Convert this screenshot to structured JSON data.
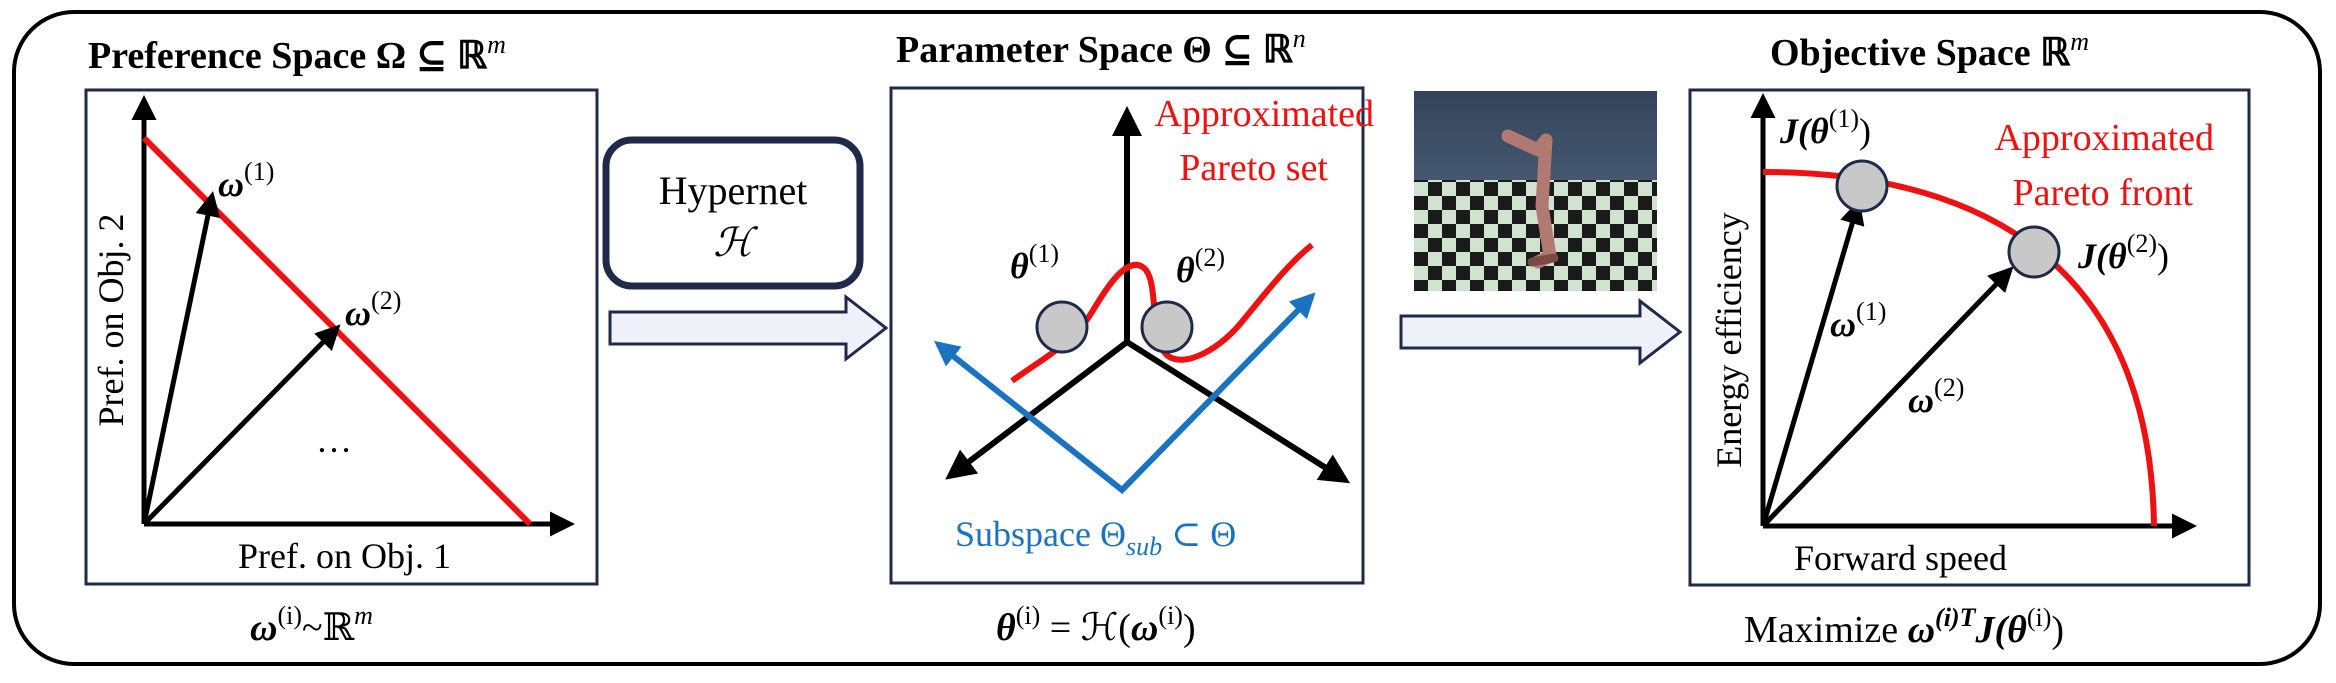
{
  "panels": {
    "preference": {
      "title": "Preference Space Ω ⊆ ℝ",
      "title_sup": "m",
      "ylabel": "Pref. on Obj. 2",
      "xlabel": "Pref. on Obj. 1",
      "omega1": "ω",
      "omega1_sup": "(1)",
      "omega2": "ω",
      "omega2_sup": "(2)",
      "ellipsis": "…",
      "formula": "ω",
      "formula_sup": "(i)",
      "formula_rest": "~ℝ",
      "formula_rest_sup": "m"
    },
    "parameter": {
      "title": "Parameter Space Θ ⊆ ℝ",
      "title_sup": "n",
      "curve_label_line1": "Approximated",
      "curve_label_line2": "Pareto set",
      "theta1": "θ",
      "theta1_sup": "(1)",
      "theta2": "θ",
      "theta2_sup": "(2)",
      "subspace_label": "Subspace Θ",
      "subspace_sub": "sub",
      "subspace_rest": " ⊂ Θ",
      "formula_lhs": "θ",
      "formula_lhs_sup": "(i)",
      "formula_mid": " = ℋ(",
      "formula_omega": "ω",
      "formula_omega_sup": "(i)",
      "formula_end": ")"
    },
    "objective": {
      "title": "Objective Space ℝ",
      "title_sup": "m",
      "ylabel": "Energy efficiency",
      "xlabel": "Forward speed",
      "front_line1": "Approximated",
      "front_line2": "Pareto front",
      "j1": "J(θ",
      "j1_sup": "(1)",
      "j1_end": ")",
      "j2": "J(θ",
      "j2_sup": "(2)",
      "j2_end": ")",
      "omega1": "ω",
      "omega1_sup": "(1)",
      "omega2": "ω",
      "omega2_sup": "(2)",
      "formula_word": "Maximize ",
      "formula_omega": "ω",
      "formula_sup": "(i)T",
      "formula_j": "J(θ",
      "formula_j_sup": "(i)",
      "formula_end": ")"
    }
  },
  "hypernet": {
    "line1": "Hypernet",
    "line2": "ℋ"
  },
  "colors": {
    "red": "#ee1111",
    "blue": "#1a73c0",
    "navy": "#1f2a4a",
    "node_fill": "#c8c8c8"
  }
}
